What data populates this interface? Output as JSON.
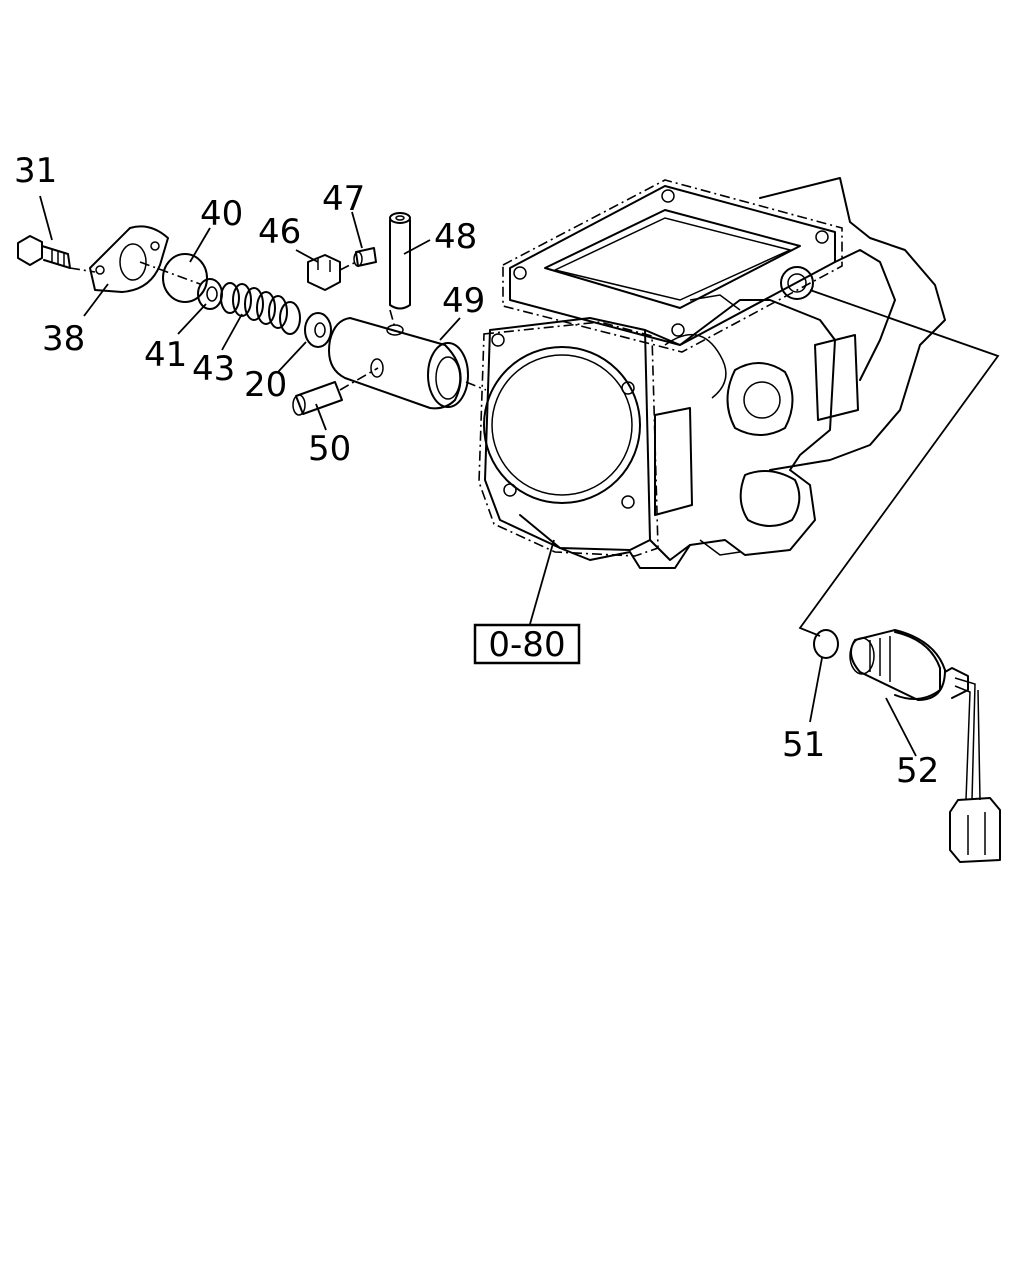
{
  "callouts": {
    "c31": "31",
    "c40": "40",
    "c47": "47",
    "c46": "46",
    "c48": "48",
    "c49": "49",
    "c38": "38",
    "c41": "41",
    "c43": "43",
    "c20": "20",
    "c50": "50",
    "c51": "51",
    "c52": "52"
  },
  "reference": {
    "label": "0-80"
  }
}
